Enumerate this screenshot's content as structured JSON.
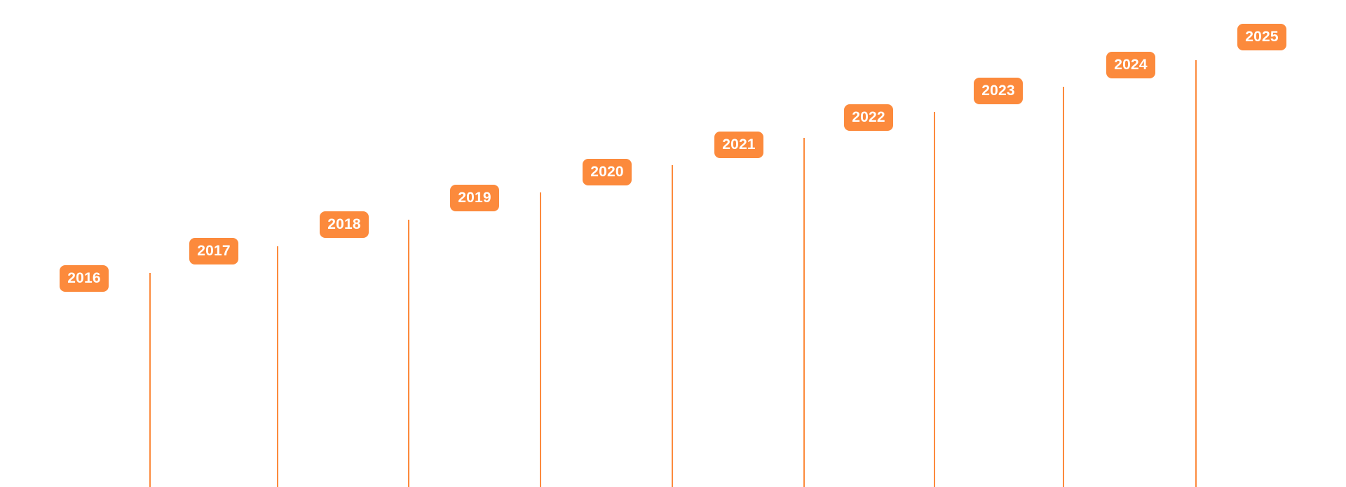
{
  "accent_color": "#fc8a3c",
  "timeline": {
    "years": [
      "2016",
      "2017",
      "2018",
      "2019",
      "2020",
      "2021",
      "2022",
      "2023",
      "2024",
      "2025"
    ]
  }
}
